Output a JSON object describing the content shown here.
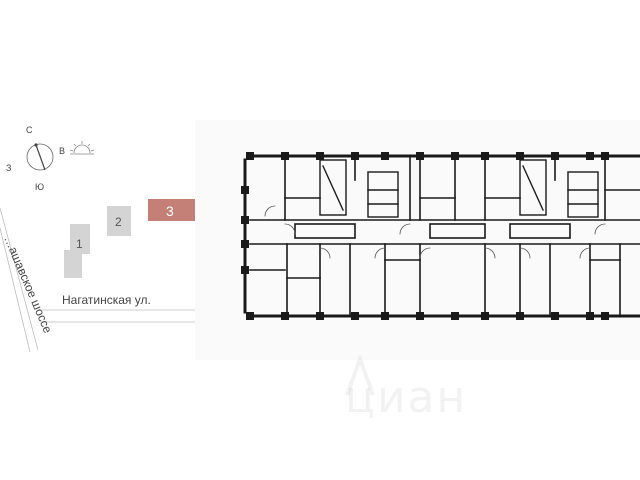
{
  "compass": {
    "north": "С",
    "east": "В",
    "south": "Ю",
    "west": "З"
  },
  "roads": {
    "highway": "…ашавское шоссе",
    "street": "Нагатинская ул."
  },
  "buildings": [
    {
      "label": "1",
      "highlighted": false
    },
    {
      "label": "2",
      "highlighted": false
    },
    {
      "label": "3",
      "highlighted": true
    }
  ],
  "colors": {
    "highlight": "#c47f77",
    "building": "#d4d4d4",
    "wall": "#1a1a1a",
    "road_line": "#bdbdbd"
  },
  "watermark": {
    "text": "циан"
  }
}
